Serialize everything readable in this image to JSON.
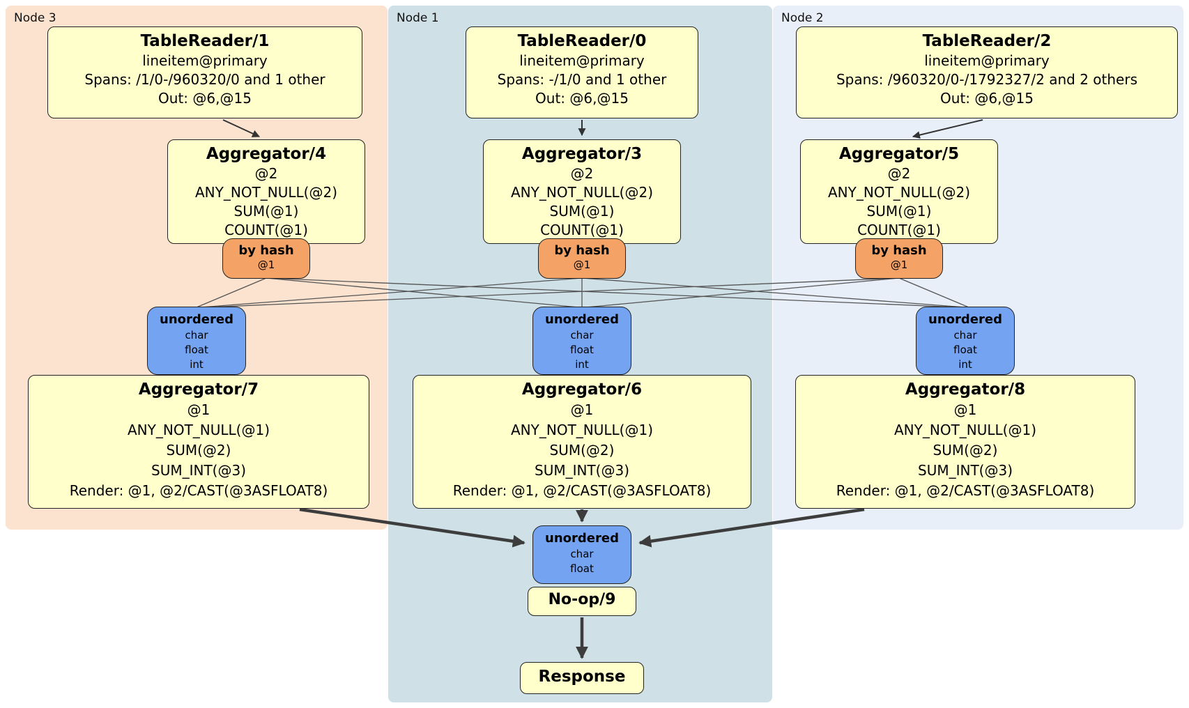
{
  "groups": {
    "node3": {
      "label": "Node 3"
    },
    "node1": {
      "label": "Node 1"
    },
    "node2": {
      "label": "Node 2"
    }
  },
  "colors": {
    "node3_bg": "#fbe3d0",
    "node1_bg": "#cfe0e7",
    "node2_bg": "#e8eff8",
    "processor_bg": "#ffffcc",
    "router_bg": "#f5a266",
    "sync_bg": "#73a3f1"
  },
  "tablereader1": {
    "title": "TableReader/1",
    "index": "lineitem@primary",
    "spans": "Spans: /1/0-/960320/0 and 1 other",
    "out": "Out: @6,@15"
  },
  "tablereader0": {
    "title": "TableReader/0",
    "index": "lineitem@primary",
    "spans": "Spans: -/1/0 and 1 other",
    "out": "Out: @6,@15"
  },
  "tablereader2": {
    "title": "TableReader/2",
    "index": "lineitem@primary",
    "spans": "Spans: /960320/0-/1792327/2 and 2 others",
    "out": "Out: @6,@15"
  },
  "aggregator4": {
    "title": "Aggregator/4",
    "group": "@2",
    "f1": "ANY_NOT_NULL(@2)",
    "f2": "SUM(@1)",
    "f3": "COUNT(@1)"
  },
  "aggregator3": {
    "title": "Aggregator/3",
    "group": "@2",
    "f1": "ANY_NOT_NULL(@2)",
    "f2": "SUM(@1)",
    "f3": "COUNT(@1)"
  },
  "aggregator5": {
    "title": "Aggregator/5",
    "group": "@2",
    "f1": "ANY_NOT_NULL(@2)",
    "f2": "SUM(@1)",
    "f3": "COUNT(@1)"
  },
  "hash_router": {
    "label": "by hash",
    "key": "@1"
  },
  "stream_sync": {
    "label": "unordered",
    "c1": "char",
    "c2": "float",
    "c3": "int"
  },
  "aggregator7": {
    "title": "Aggregator/7",
    "group": "@1",
    "f1": "ANY_NOT_NULL(@1)",
    "f2": "SUM(@2)",
    "f3": "SUM_INT(@3)",
    "render": "Render: @1, @2/CAST(@3ASFLOAT8)"
  },
  "aggregator6": {
    "title": "Aggregator/6",
    "group": "@1",
    "f1": "ANY_NOT_NULL(@1)",
    "f2": "SUM(@2)",
    "f3": "SUM_INT(@3)",
    "render": "Render: @1, @2/CAST(@3ASFLOAT8)"
  },
  "aggregator8": {
    "title": "Aggregator/8",
    "group": "@1",
    "f1": "ANY_NOT_NULL(@1)",
    "f2": "SUM(@2)",
    "f3": "SUM_INT(@3)",
    "render": "Render: @1, @2/CAST(@3ASFLOAT8)"
  },
  "final_sync": {
    "label": "unordered",
    "c1": "char",
    "c2": "float"
  },
  "noop": {
    "title": "No-op/9"
  },
  "response": {
    "title": "Response"
  }
}
